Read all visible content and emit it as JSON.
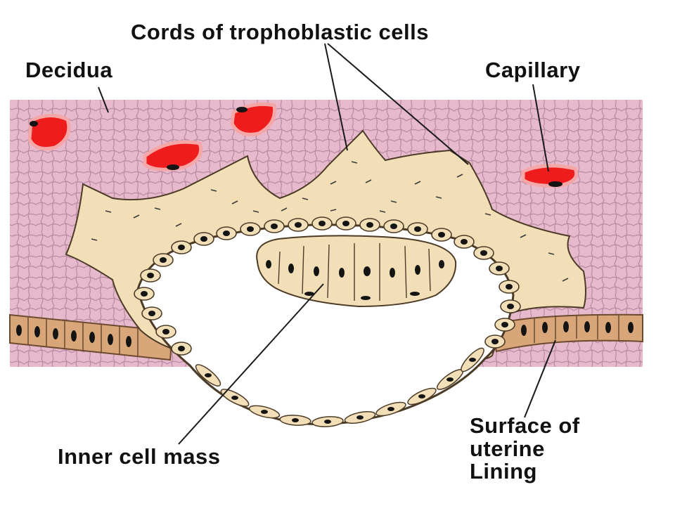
{
  "labels": {
    "cords": "Cords of trophoblastic cells",
    "decidua": "Decidua",
    "capillary": "Capillary",
    "inner_cell_mass": "Inner cell mass",
    "surface_line1": "Surface of",
    "surface_line2": "uterine",
    "surface_line3": "Lining"
  },
  "colors": {
    "decidua": "#e7b9cc",
    "decidua_cell_outline": "#b98aa2",
    "trophoblast": "#f3dfb7",
    "epithelium": "#d9a679",
    "capillary": "#ee1c1c",
    "capillary_rim": "#f5a6a6",
    "nucleus": "#141414",
    "cavity": "#ffffff"
  }
}
